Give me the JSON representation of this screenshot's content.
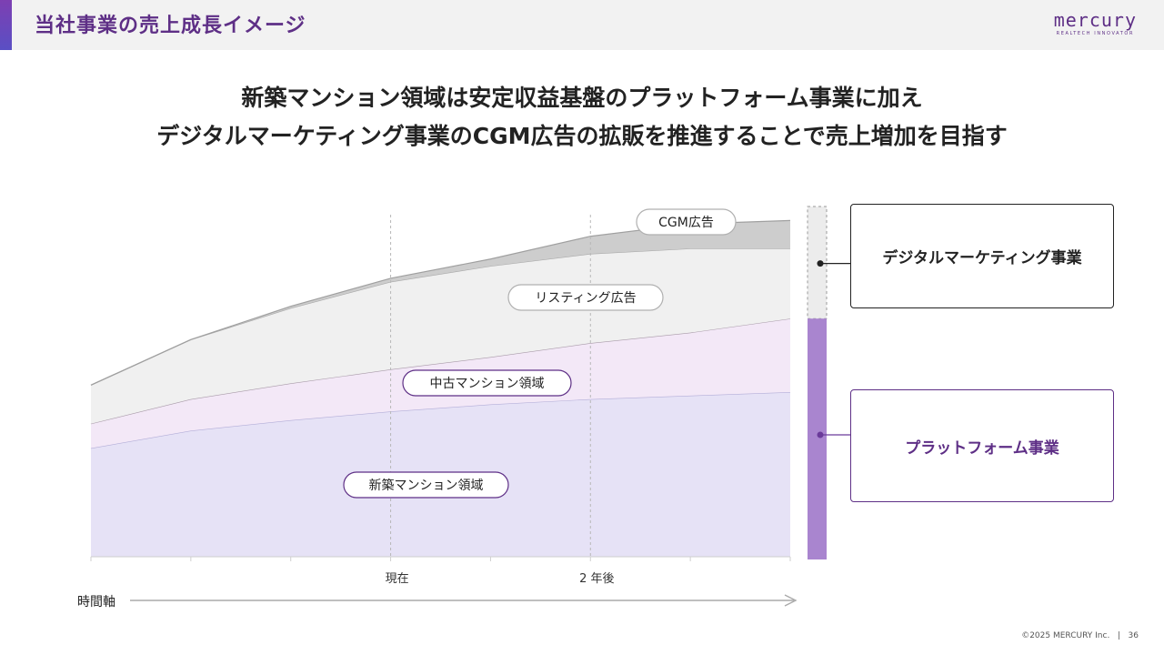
{
  "header": {
    "title": "当社事業の売上成長イメージ",
    "logo_text": "mercury",
    "logo_subtext": "REALTECH INNOVATOR"
  },
  "headline": {
    "line1": "新築マンション領域は安定収益基盤のプラットフォーム事業に加え",
    "line2": "デジタルマーケティング事業のCGM広告の拡販を推進することで売上増加を目指す"
  },
  "chart_data": {
    "type": "area",
    "stacked": true,
    "x": [
      0,
      1,
      2,
      3,
      4,
      5,
      6,
      7
    ],
    "y_unit": "relative",
    "ylim": [
      0,
      100
    ],
    "series": [
      {
        "name": "新築マンション領域",
        "values": [
          31,
          36,
          39,
          41.5,
          43.5,
          45,
          46,
          47
        ],
        "color": "#e6e2f6",
        "line": "#b3aed8"
      },
      {
        "name": "中古マンション領域",
        "values": [
          7,
          9,
          10.5,
          12,
          13.5,
          16,
          18,
          21
        ],
        "color": "#f3e8f7",
        "line": "#a89aa8"
      },
      {
        "name": "リスティング広告",
        "values": [
          11,
          17,
          21.5,
          25,
          26,
          25.5,
          24,
          20
        ],
        "color": "#f0f0f0",
        "line": "#a9a9a9"
      },
      {
        "name": "CGM広告",
        "values": [
          0,
          0,
          0.5,
          1,
          2,
          5,
          7,
          8
        ],
        "color": "#cdcdcd",
        "line": "#a0a0a0"
      }
    ],
    "x_labels": [
      {
        "at": 3,
        "label": "現在"
      },
      {
        "at": 5,
        "label": "2 年後"
      }
    ],
    "x_axis_title": "時間軸",
    "reference_lines_x": [
      3,
      5
    ],
    "segment_bar": {
      "platform_value": 68,
      "total_value": 100,
      "platform_color": "#a985cf",
      "digital_fill": "#ececec"
    },
    "grid": false,
    "legend": "inline-labels"
  },
  "labels": {
    "cgm": "CGM広告",
    "listing": "リスティング広告",
    "used": "中古マンション領域",
    "new": "新築マンション領域",
    "now": "現在",
    "two_years": "2 年後",
    "time_axis": "時間軸"
  },
  "boxes": {
    "digital": "デジタルマーケティング事業",
    "platform": "プラットフォーム事業"
  },
  "footer": {
    "copyright": "©2025 MERCURY Inc.",
    "page": "36"
  }
}
